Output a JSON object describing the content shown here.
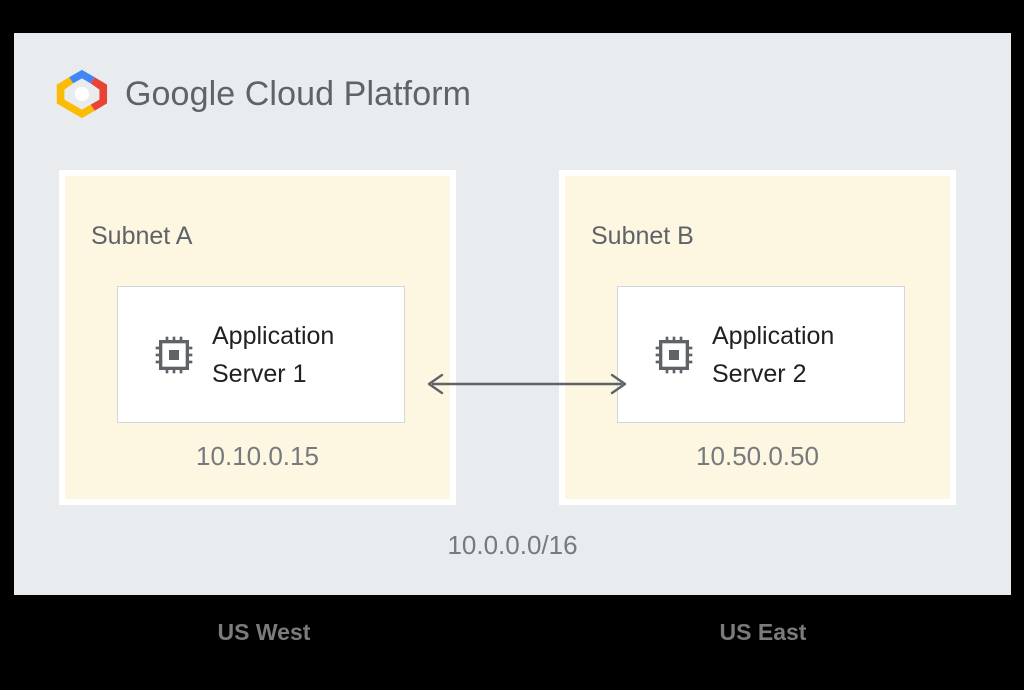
{
  "brand": {
    "logo_icon": "google-cloud-hexagon-logo",
    "name_part1": "Google",
    "name_part2": "Cloud Platform",
    "wordmark": "Google Cloud Platform",
    "text_color": "#5f6368",
    "logo_colors": {
      "blue": "#4285f4",
      "red": "#ea4335",
      "yellow": "#fbbc05",
      "center": "#ffffff"
    }
  },
  "panel": {
    "background": "#e8ecef",
    "vpc_cidr": "10.0.0.0/16"
  },
  "subnets": [
    {
      "title": "Subnet A",
      "background": "#fdf6e0",
      "server": {
        "icon": "cpu-chip-icon",
        "label": "Application\nServer 1",
        "line1": "Application",
        "line2": "Server 1"
      },
      "ip": "10.10.0.15",
      "region_caption": "US West"
    },
    {
      "title": "Subnet B",
      "background": "#fdf6e0",
      "server": {
        "icon": "cpu-chip-icon",
        "label": "Application\nServer 2",
        "line1": "Application",
        "line2": "Server 2"
      },
      "ip": "10.50.0.50",
      "region_caption": "US East"
    }
  ],
  "connection": {
    "icon": "double-headed-arrow-icon",
    "direction": "bidirectional",
    "color": "#5f6368",
    "label": ""
  }
}
